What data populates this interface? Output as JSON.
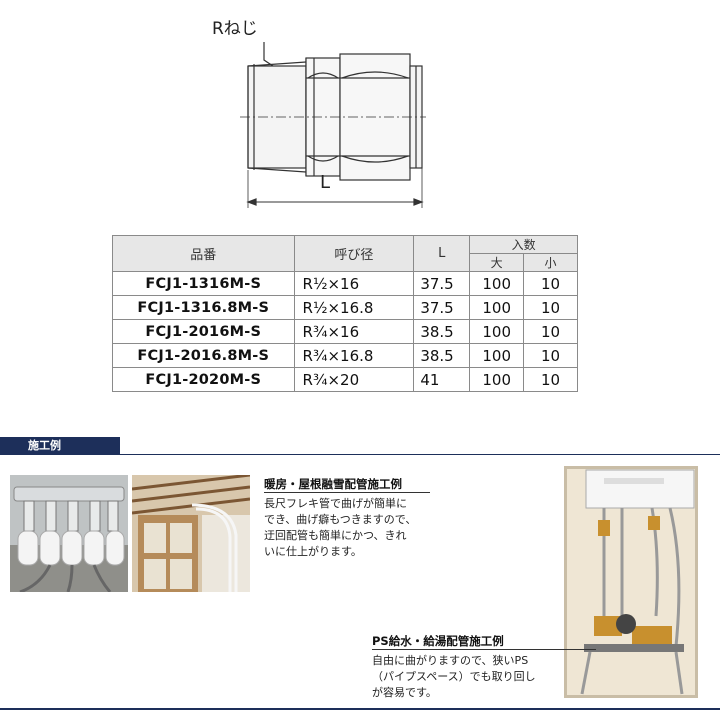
{
  "diagram": {
    "thread_label": "Rねじ",
    "length_label": "L"
  },
  "table": {
    "headers": {
      "part_no": "品番",
      "nominal": "呼び径",
      "length": "L",
      "quantity": "入数",
      "large": "大",
      "small": "小"
    },
    "rows": [
      {
        "code": "FCJ1-1316M-S",
        "nominal": "R½×16",
        "length": "37.5",
        "large": "100",
        "small": "10"
      },
      {
        "code": "FCJ1-1316.8M-S",
        "nominal": "R½×16.8",
        "length": "37.5",
        "large": "100",
        "small": "10"
      },
      {
        "code": "FCJ1-2016M-S",
        "nominal": "R¾×16",
        "length": "38.5",
        "large": "100",
        "small": "10"
      },
      {
        "code": "FCJ1-2016.8M-S",
        "nominal": "R¾×16.8",
        "length": "38.5",
        "large": "100",
        "small": "10"
      },
      {
        "code": "FCJ1-2020M-S",
        "nominal": "R¾×20",
        "length": "41",
        "large": "100",
        "small": "10"
      }
    ]
  },
  "section": {
    "title": "施工例"
  },
  "examples": {
    "heating": {
      "title": "暖房・屋根融雪配管施工例",
      "lines": [
        "長尺フレキ管で曲げが簡単に",
        "でき、曲げ癖もつきますので、",
        "迂回配管も簡単にかつ、きれ",
        "いに仕上がります。"
      ]
    },
    "ps": {
      "title": "PS給水・給湯配管施工例",
      "lines": [
        "自由に曲がりますので、狭いPS",
        "（パイプスペース）でも取り回し",
        "が容易です。"
      ]
    }
  },
  "colors": {
    "accent": "#1d2f5a",
    "table_header": "#e7e7e7"
  }
}
